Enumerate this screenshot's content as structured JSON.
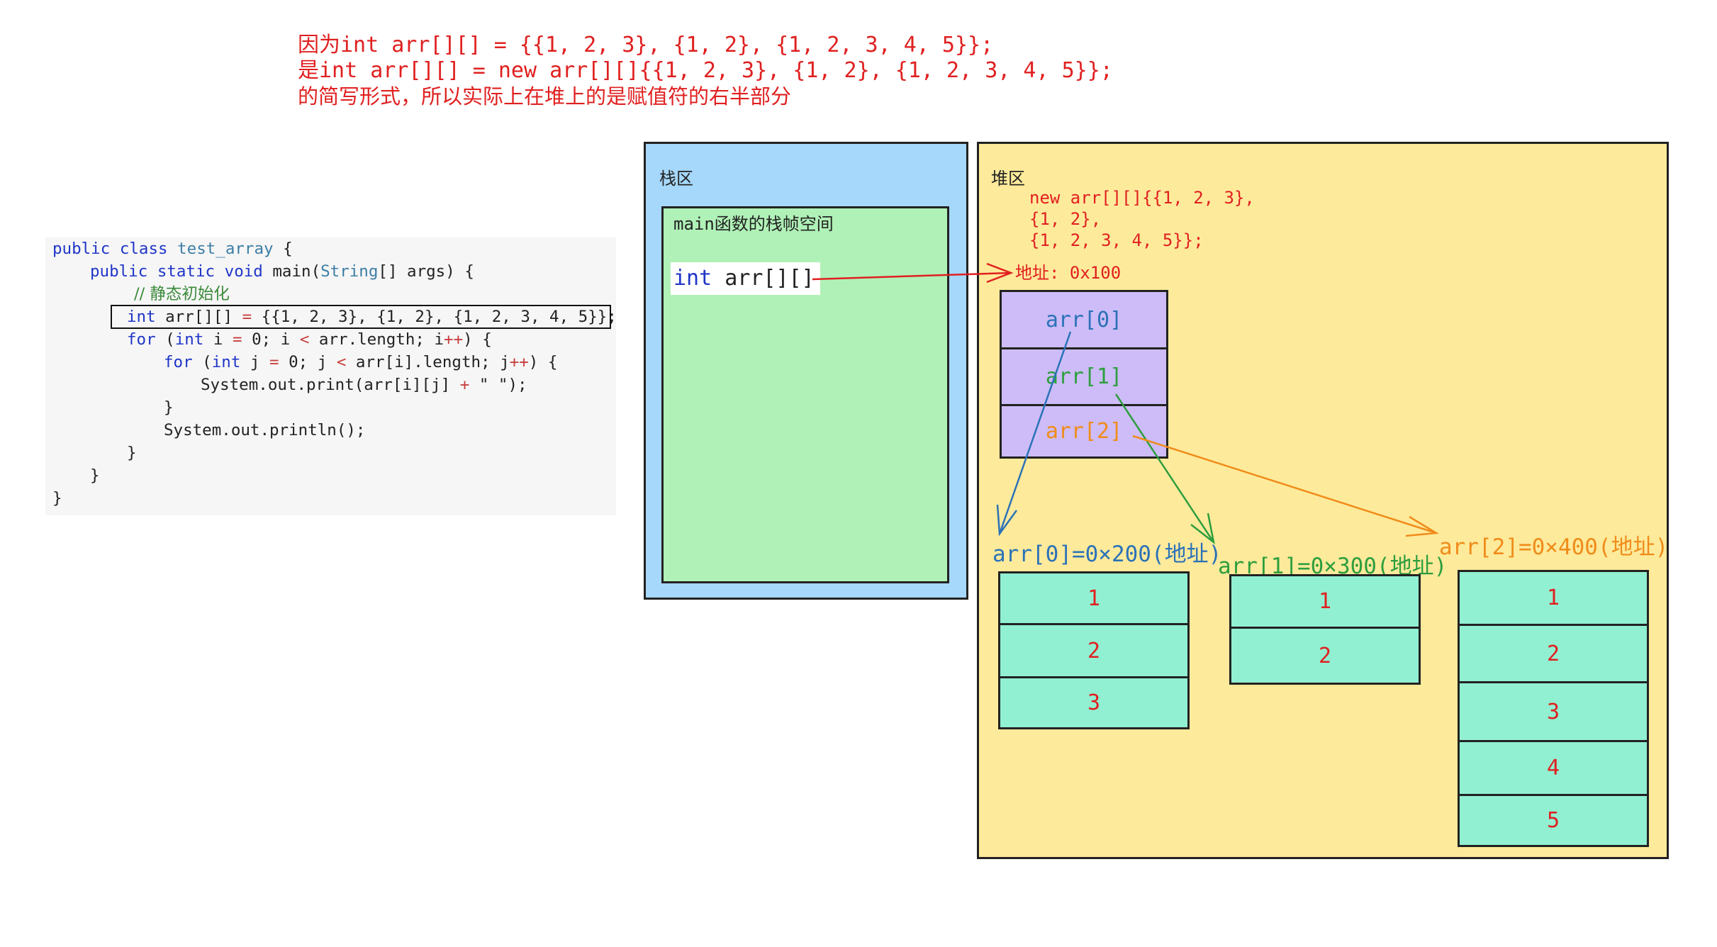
{
  "header": {
    "line1": "因为int arr[][] = {{1, 2, 3}, {1, 2}, {1, 2, 3, 4, 5}};",
    "line2": "是int arr[][] = new arr[][]{{1, 2, 3}, {1, 2}, {1, 2, 3, 4, 5}};",
    "line3": "的简写形式，所以实际上在堆上的是赋值符的右半部分"
  },
  "code": {
    "l1_kw": "public class",
    "l1_cls": "test_array",
    "l1_rest": " {",
    "l2_kw": "public static void",
    "l2_rest": " main(",
    "l2_type": "String",
    "l2_end": "[] args) {",
    "l3_comment": "// 静态初始化",
    "l4_kw": "int",
    "l4_mid": " arr[][] ",
    "l4_op": "=",
    "l4_rest": " {{1, 2, 3}, {1, 2}, {1, 2, 3, 4, 5}};",
    "l5_kw": "for",
    "l5_a": " (",
    "l5_kw2": "int",
    "l5_b": " i ",
    "l5_op1": "=",
    "l5_c": " 0; i ",
    "l5_op2": "<",
    "l5_d": " arr.length; i",
    "l5_op3": "++",
    "l5_e": ") {",
    "l6_kw": "for",
    "l6_a": " (",
    "l6_kw2": "int",
    "l6_b": " j ",
    "l6_op1": "=",
    "l6_c": " 0; j ",
    "l6_op2": "<",
    "l6_d": " arr[i].length; j",
    "l6_op3": "++",
    "l6_e": ") {",
    "l7_a": "System.out.print(arr[i][j] ",
    "l7_op": "+",
    "l7_b": " \" \");",
    "l8": "}",
    "l9": "System.out.println();",
    "l10": "}",
    "l11": "}",
    "l12": "}"
  },
  "stack": {
    "title": "栈区",
    "frame_title": "main函数的栈帧空间",
    "var_kw": "int",
    "var_rest": " arr[][]"
  },
  "heap": {
    "title": "堆区",
    "expr_line1": "new arr[][]{{1, 2, 3},",
    "expr_line2": "{1, 2},",
    "expr_line3": "{1, 2, 3, 4, 5}};",
    "address_label": "地址: 0x100",
    "refs": [
      "arr[0]",
      "arr[1]",
      "arr[2]"
    ],
    "sub_arrays": [
      {
        "label": "arr[0]=0×200(地址)",
        "values": [
          "1",
          "2",
          "3"
        ]
      },
      {
        "label": "arr[1]=0×300(地址)",
        "values": [
          "1",
          "2"
        ]
      },
      {
        "label": "arr[2]=0×400(地址)",
        "values": [
          "1",
          "2",
          "3",
          "4",
          "5"
        ]
      }
    ]
  },
  "colors": {
    "stack_bg": "#a6d8fb",
    "frame_bg": "#b0f1b7",
    "heap_bg": "#feea9b",
    "ref_cell_bg": "#cdbcf7",
    "value_cell_bg": "#92f0d2",
    "arr0": "#2b72b8",
    "arr1": "#2e9e3e",
    "arr2": "#f08c1a",
    "pointer": "#e02020"
  }
}
